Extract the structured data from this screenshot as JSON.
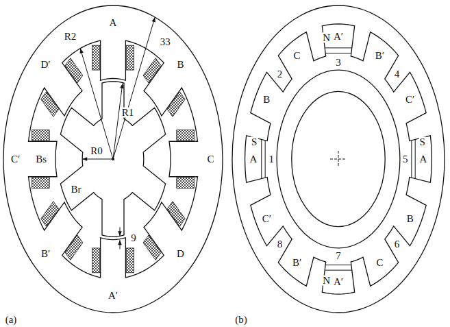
{
  "diagram": {
    "labels": [
      "A",
      "33",
      "R2",
      "D′",
      "B",
      "R1",
      "C′",
      "Bs",
      "R0",
      "C",
      "Br",
      "B′",
      "D",
      "9",
      "A′",
      "(a)",
      "A′",
      "N",
      "3",
      "C",
      "B′",
      "2",
      "4",
      "B",
      "C′",
      "S",
      "S",
      "A",
      "1",
      "5",
      "A",
      "C′",
      "8",
      "6",
      "B",
      "B′",
      "7",
      "N",
      "C",
      "A′",
      "(b)"
    ]
  }
}
